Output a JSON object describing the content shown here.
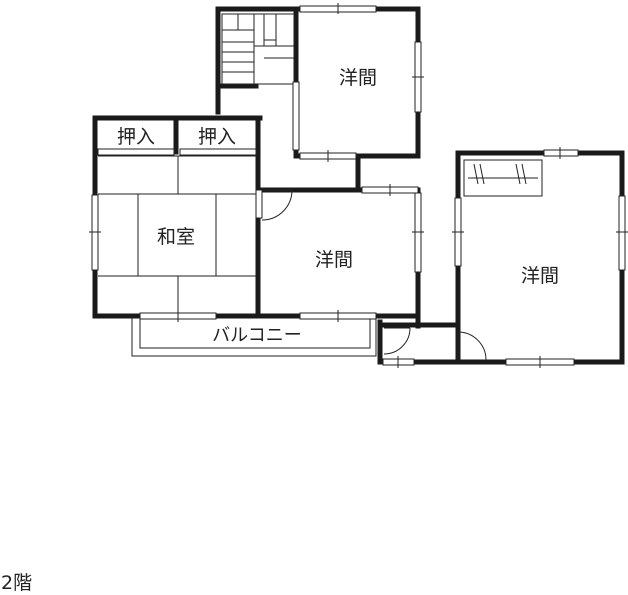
{
  "rooms": {
    "closet_left": "押入",
    "closet_right": "押入",
    "washitsu": "和室",
    "western_top": "洋間",
    "western_center": "洋間",
    "western_right": "洋間",
    "balcony": "バルコニー"
  },
  "floor_label": "2階"
}
